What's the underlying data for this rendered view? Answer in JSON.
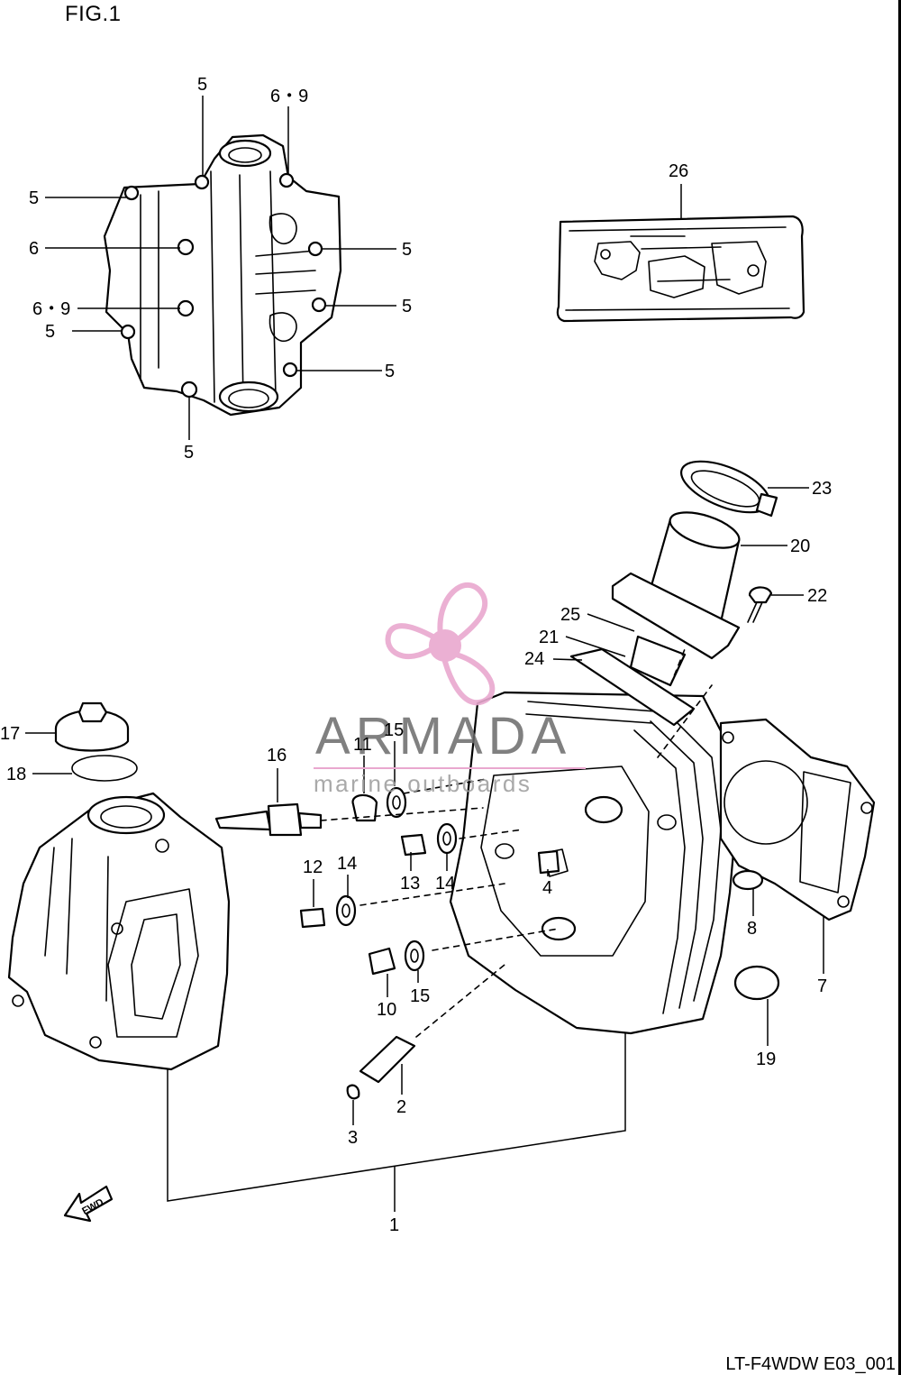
{
  "figure": {
    "title": "FIG.1",
    "code": "LT-F4WDW E03_001"
  },
  "watermark": {
    "brand": "ARMADA",
    "tagline": "marine outboards",
    "accent_color": "#e9a8cf",
    "icon": "propeller-logo-icon"
  },
  "callouts": {
    "c1": "1",
    "c2": "2",
    "c3": "3",
    "c4": "4",
    "c5a": "5",
    "c5b": "5",
    "c5c": "5",
    "c5d": "5",
    "c5e": "5",
    "c5f": "5",
    "c5g": "5",
    "c6": "6",
    "c69a": "6・9",
    "c69b": "6・9",
    "c7": "7",
    "c8": "8",
    "c10": "10",
    "c11": "11",
    "c12": "12",
    "c13": "13",
    "c14a": "14",
    "c14b": "14",
    "c15a": "15",
    "c15b": "15",
    "c16": "16",
    "c17": "17",
    "c18": "18",
    "c19": "19",
    "c20": "20",
    "c21": "21",
    "c22": "22",
    "c23": "23",
    "c24": "24",
    "c25": "25",
    "c26": "26"
  },
  "fwd_label": "FWD"
}
